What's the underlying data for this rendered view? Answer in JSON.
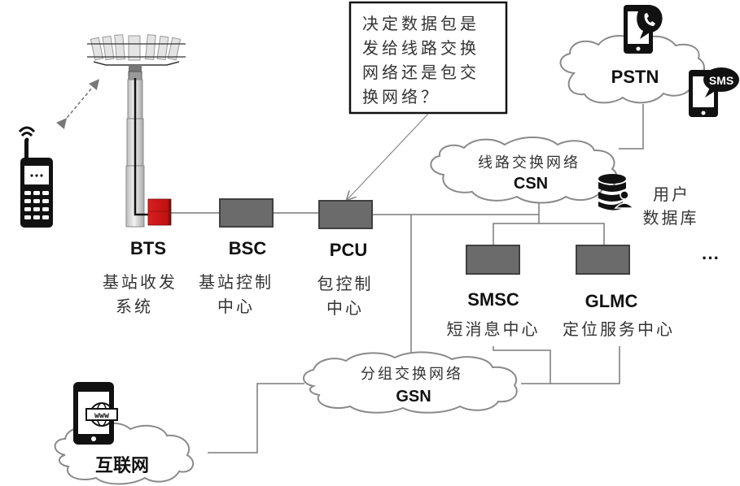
{
  "callout": {
    "lines": [
      "决定数据包是",
      "发给线路交换",
      "网络还是包交",
      "换网络？"
    ]
  },
  "nodes": {
    "bts": {
      "abbr": "BTS",
      "desc_lines": [
        "基站收发",
        "系统"
      ]
    },
    "bsc": {
      "abbr": "BSC",
      "desc_lines": [
        "基站控制",
        "中心"
      ]
    },
    "pcu": {
      "abbr": "PCU",
      "desc_lines": [
        "包控制",
        "中心"
      ]
    },
    "smsc": {
      "abbr": "SMSC",
      "desc": "短消息中心"
    },
    "glmc": {
      "abbr": "GLMC",
      "desc": "定位服务中心"
    },
    "more": "···"
  },
  "clouds": {
    "pstn": {
      "abbr": "PSTN"
    },
    "csn": {
      "name": "线路交换网络",
      "abbr": "CSN"
    },
    "gsn": {
      "name": "分组交换网络",
      "abbr": "GSN"
    },
    "internet": {
      "name": "互联网"
    }
  },
  "database": {
    "lines": [
      "用户",
      "数据库"
    ]
  },
  "icons": {
    "sms_bubble_text": "SMS",
    "www_text": "www"
  },
  "colors": {
    "box_fill": "#6b6b6b",
    "bts_red": "#cc1a1a",
    "wire": "#7a7a7a"
  }
}
